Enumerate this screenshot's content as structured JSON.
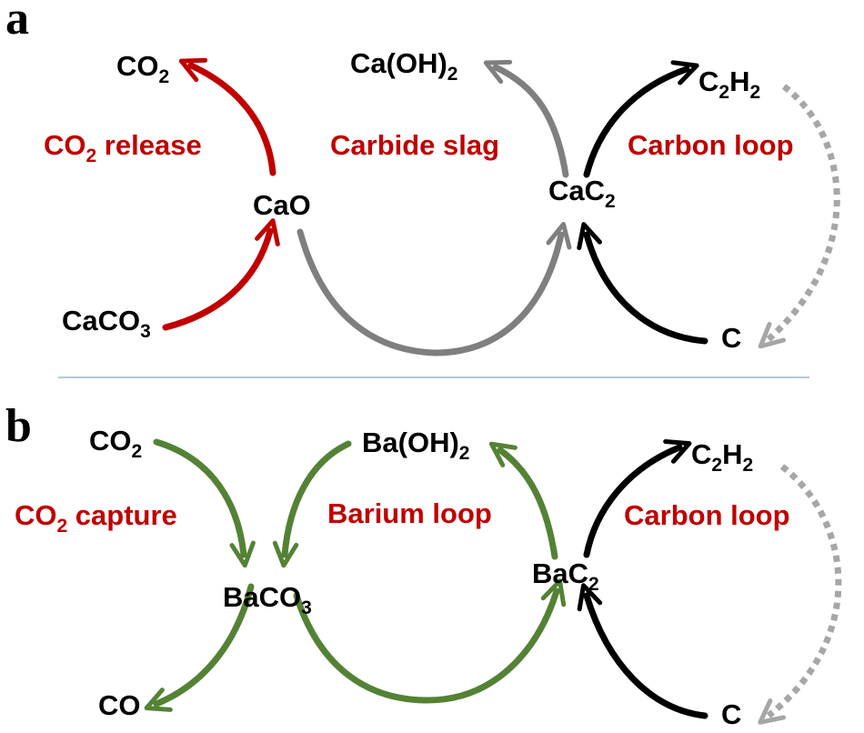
{
  "colors": {
    "red": "#c00000",
    "gray": "#7f7f7f",
    "black": "#000000",
    "green": "#548235",
    "dotted": "#a6a6a6",
    "divider": "#9fb6cf",
    "label": "#c00000"
  },
  "panel_a": {
    "letter": "a",
    "species": {
      "co2": {
        "main": "CO",
        "sub": "2"
      },
      "caoh2": {
        "main": "Ca(OH)",
        "sub": "2"
      },
      "c2h2": {
        "p1": "C",
        "s1": "2",
        "p2": "H",
        "s2": "2"
      },
      "cao": {
        "main": "CaO"
      },
      "cac2": {
        "main": "CaC",
        "sub": "2"
      },
      "caco3": {
        "main": "CaCO",
        "sub": "3"
      },
      "c": {
        "main": "C"
      }
    },
    "labels": {
      "co2_release": {
        "main": "CO",
        "sub": "2",
        "rest": " release"
      },
      "carbide_slag": "Carbide slag",
      "carbon_loop": "Carbon loop"
    }
  },
  "panel_b": {
    "letter": "b",
    "species": {
      "co2": {
        "main": "CO",
        "sub": "2"
      },
      "baoh2": {
        "main": "Ba(OH)",
        "sub": "2"
      },
      "c2h2": {
        "p1": "C",
        "s1": "2",
        "p2": "H",
        "s2": "2"
      },
      "baco3": {
        "main": "BaCO",
        "sub": "3"
      },
      "bac2": {
        "main": "BaC",
        "sub": "2"
      },
      "co": {
        "main": "CO"
      },
      "c": {
        "main": "C"
      }
    },
    "labels": {
      "co2_capture": {
        "main": "CO",
        "sub": "2",
        "rest": " capture"
      },
      "barium_loop": "Barium loop",
      "carbon_loop": "Carbon loop"
    }
  }
}
